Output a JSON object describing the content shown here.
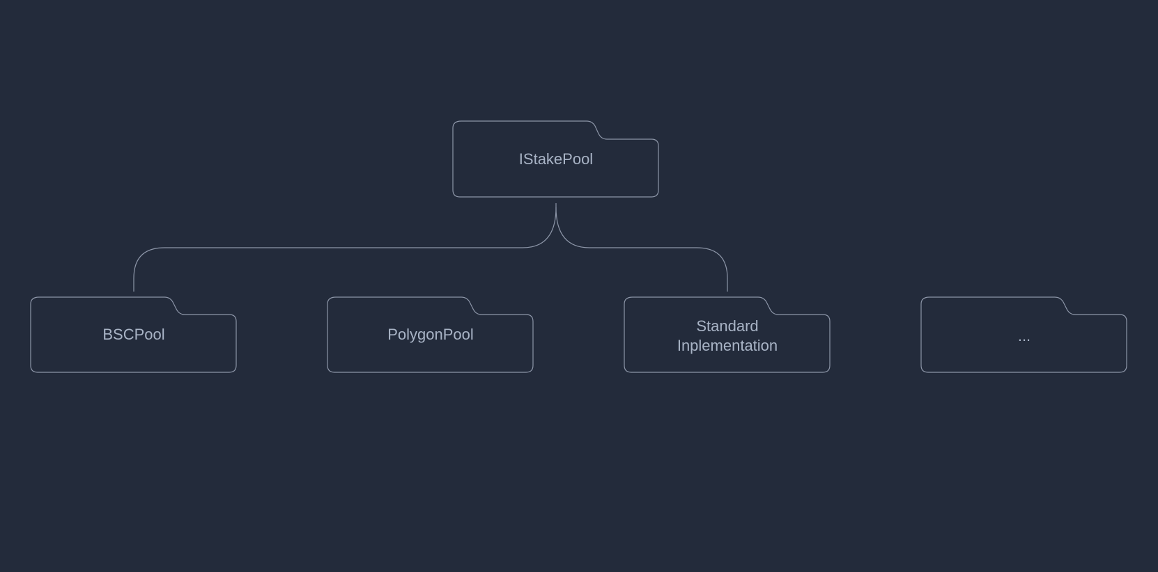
{
  "diagram": {
    "root": {
      "label": "IStakePool"
    },
    "children": [
      {
        "label": "BSCPool"
      },
      {
        "label": "PolygonPool"
      },
      {
        "label_line1": "Standard",
        "label_line2": "Inplementation"
      },
      {
        "label": "..."
      }
    ]
  }
}
